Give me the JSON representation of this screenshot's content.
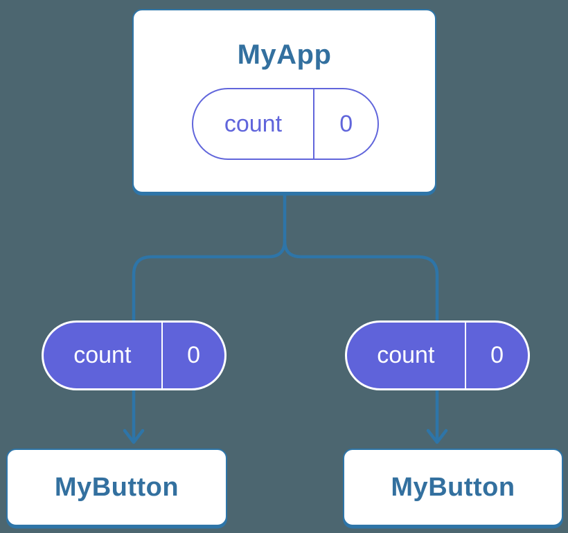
{
  "diagram": {
    "description": "Component tree showing state passed down as props",
    "root": {
      "title": "MyApp",
      "state_pill": {
        "label": "count",
        "value": "0"
      }
    },
    "edges": {
      "left_prop_pill": {
        "label": "count",
        "value": "0"
      },
      "right_prop_pill": {
        "label": "count",
        "value": "0"
      }
    },
    "children": {
      "left": {
        "title": "MyButton"
      },
      "right": {
        "title": "MyButton"
      }
    }
  },
  "colors": {
    "background": "#4C6670",
    "connector": "#2E75A8",
    "card_border": "#2E75A8",
    "card_text": "#33709F",
    "pill_purple": "#6065DB",
    "pill_fill": "#5F63DA",
    "pill_text_on_fill": "#FFFFFF",
    "card_fill": "#FFFFFF"
  }
}
